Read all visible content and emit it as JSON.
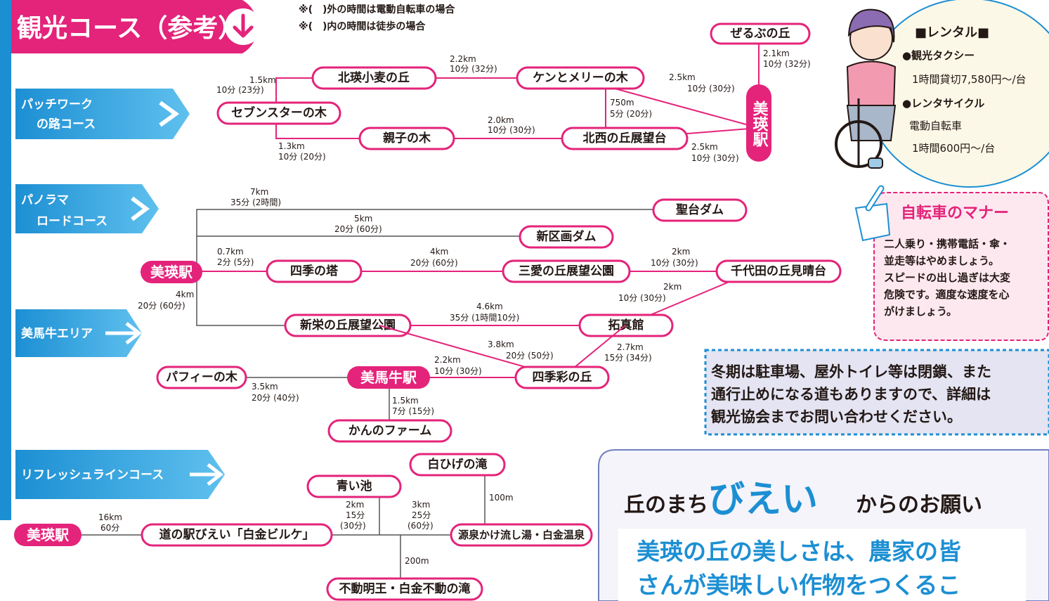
{
  "title": "観光コース（参考）",
  "notes": [
    "※(　)外の時間は電動自転車の場合",
    "※(　)内の時間は徒歩の場合"
  ],
  "courses": {
    "patchwork": [
      "パッチワーク",
      "の路コース"
    ],
    "panorama": [
      "パノラマ",
      "ロードコース"
    ],
    "bibagyu": "美馬牛エリア",
    "refresh": "リフレッシュラインコース"
  },
  "spots": {
    "zerubu": "ぜるぶの丘",
    "hokuei": "北瑛小麦の丘",
    "ken_mary": "ケンとメリーの木",
    "seven_star": "セブンスターの木",
    "oyako": "親子の木",
    "hokusei": "北西の丘展望台",
    "biei_station_v": "美瑛駅",
    "seidai": "聖台ダム",
    "shinkukaku": "新区画ダム",
    "biei_station": "美瑛駅",
    "shiki_no_to": "四季の塔",
    "sanai": "三愛の丘展望公園",
    "chiyoda": "千代田の丘見晴台",
    "shinei": "新栄の丘展望公園",
    "takushinkan": "拓真館",
    "shikisai": "四季彩の丘",
    "puffy": "パフィーの木",
    "bibaushi_station": "美馬牛駅",
    "kanno": "かんのファーム",
    "shirohige": "白ひげの滝",
    "aoi_ike": "青い池",
    "biei_station2": "美瑛駅",
    "michinoeki": "道の駅びえい「白金ビルケ」",
    "gensen": "源泉かけ流し湯・白金温泉",
    "fudomyoo": "不動明王・白金不動の滝"
  },
  "distances": {
    "d1a": "1.5km",
    "d1b": "10分 (23分)",
    "d2a": "2.2km",
    "d2b": "10分 (32分)",
    "d3a": "2.1km",
    "d3b": "10分 (32分)",
    "d4a": "2.5km",
    "d4b": "10分 (30分)",
    "d5a": "750m",
    "d5b": "5分 (20分)",
    "d6a": "2.0km",
    "d6b": "10分 (30分)",
    "d7a": "1.3km",
    "d7b": "10分 (20分)",
    "d8a": "2.5km",
    "d8b": "10分 (30分)",
    "p1a": "7km",
    "p1b": "35分 (2時間)",
    "p2a": "5km",
    "p2b": "20分 (60分)",
    "p3a": "0.7km",
    "p3b": "2分 (5分)",
    "p4a": "4km",
    "p4b": "20分 (60分)",
    "p5a": "2km",
    "p5b": "10分 (30分)",
    "p6a": "2km",
    "p6b": "10分 (30分)",
    "p7a": "4km",
    "p7b": "20分 (60分)",
    "p8a": "4.6km",
    "p8b": "35分 (1時間10分)",
    "b1a": "3.8km",
    "b1b": "20分 (50分)",
    "b2a": "2.7km",
    "b2b": "15分 (34分)",
    "b3a": "2.2km",
    "b3b": "10分 (30分)",
    "b4a": "3.5km",
    "b4b": "20分 (40分)",
    "b5a": "1.5km",
    "b5b": "7分 (15分)",
    "r1a": "16km",
    "r1b": "60分",
    "r2a": "2km",
    "r2b": "15分",
    "r2c": "(30分)",
    "r3a": "3km",
    "r3b": "25分",
    "r3c": "(60分)",
    "r4": "100m",
    "r5": "200m"
  },
  "rental": {
    "heading": "■レンタル■",
    "taxi": "●観光タクシー",
    "taxi_price": "1時間貸切7,580円〜/台",
    "cycle": "●レンタサイクル",
    "cycle_type": "電動自転車",
    "cycle_price": "1時間600円〜/台"
  },
  "manners": {
    "heading": "自転車のマナー",
    "lines": [
      "二人乗り・携帯電話・傘・",
      "並走等はやめましょう。",
      "スピードの出し過ぎは大変",
      "危険です。適度な速度を心",
      "がけましょう。"
    ]
  },
  "winter_notice": [
    "冬期は駐車場、屋外トイレ等は閉鎖、また",
    "通行止めになる道もありますので、詳細は",
    "観光協会までお問い合わせください。"
  ],
  "request": {
    "title_a": "丘のまち",
    "title_b": "びえい",
    "title_c": "からのお願い",
    "lines": [
      "美瑛の丘の美しさは、農家の皆",
      "さんが美味しい作物をつくるこ"
    ]
  },
  "colors": {
    "magenta": "#e4237a",
    "blue": "#1c8fd3",
    "cream": "#fcf8e7",
    "pink_bg": "#fde8ef",
    "lilac": "#e4e4f2"
  }
}
